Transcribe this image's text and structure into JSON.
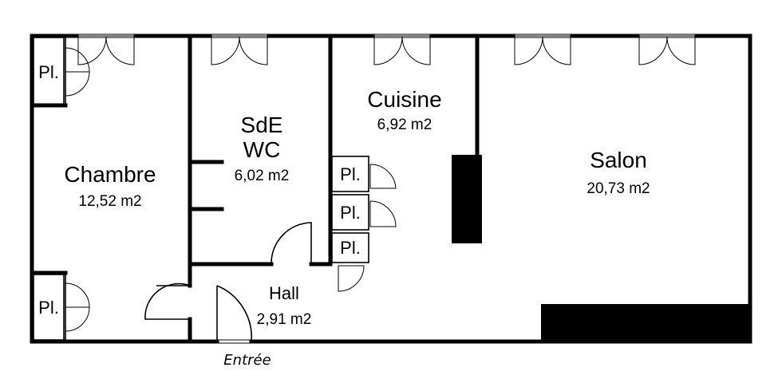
{
  "rooms": {
    "chambre": {
      "name": "Chambre",
      "area": "12,52 m2"
    },
    "sde": {
      "name_line1": "SdE",
      "name_line2": "WC",
      "area": "6,02 m2"
    },
    "cuisine": {
      "name": "Cuisine",
      "area": "6,92 m2"
    },
    "salon": {
      "name": "Salon",
      "area": "20,73 m2"
    },
    "hall": {
      "name": "Hall",
      "area": "2,91 m2"
    }
  },
  "closet_label": "Pl.",
  "entrance_label": "Entrée"
}
